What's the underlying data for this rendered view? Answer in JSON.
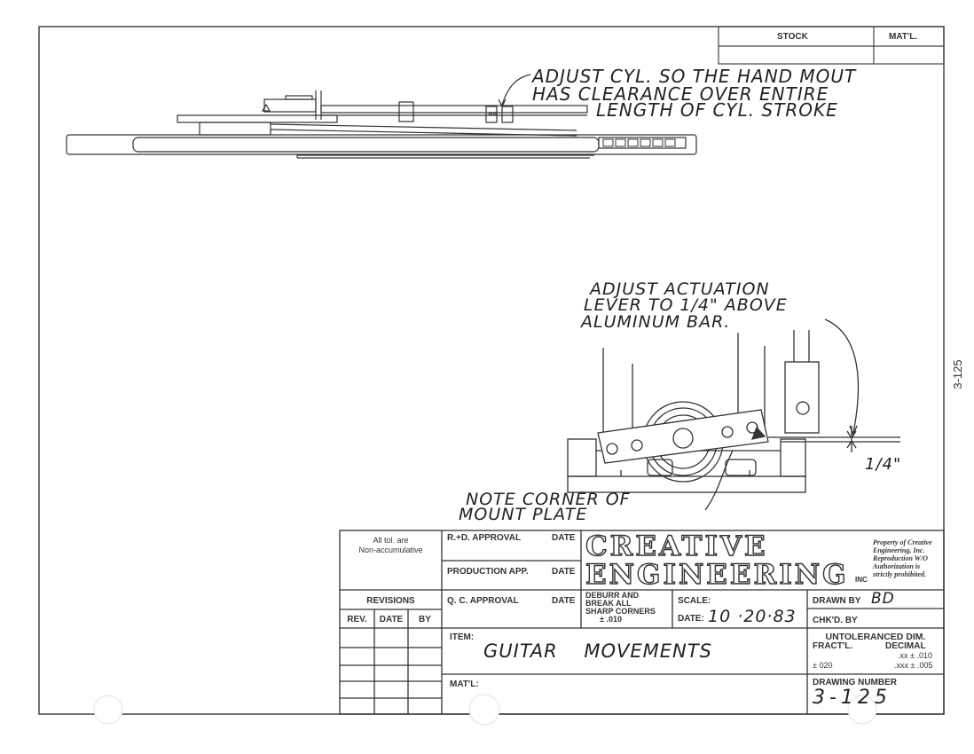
{
  "header_table": {
    "stock_label": "STOCK",
    "material_label": "MAT'L."
  },
  "notes": {
    "cylinder_line1": "ADJUST CYL. SO THE HAND MOUT",
    "cylinder_line2": "HAS CLEARANCE OVER ENTIRE",
    "cylinder_line3": "LENGTH OF CYL. STROKE",
    "lever_line1": "ADJUST ACTUATION",
    "lever_line2": "LEVER TO 1/4\" ABOVE",
    "lever_line3": "ALUMINUM BAR.",
    "corner_line1": "NOTE CORNER OF",
    "corner_line2": "MOUNT PLATE",
    "dimension": "1/4\""
  },
  "side_number": "3-125",
  "title_block": {
    "tolerance_note_line1": "All tol. are",
    "tolerance_note_line2": "Non-accumulative",
    "revisions_label": "REVISIONS",
    "rev_label": "REV.",
    "date_label": "DATE",
    "by_label": "BY",
    "rd_approval_label": "R.+D. APPROVAL",
    "rd_date_label": "DATE",
    "production_app_label": "PRODUCTION APP.",
    "production_date_label": "DATE",
    "qc_approval_label": "Q. C. APPROVAL",
    "qc_date_label": "DATE",
    "brand_line1": "CREATIVE",
    "brand_line2": "ENGINEERING",
    "brand_suffix": "INC",
    "property_line1": "Property of Creative",
    "property_line2": "Engineering, Inc.",
    "property_line3": "Reproduction W/O",
    "property_line4": "Authorization is",
    "property_line5": "strictly prohibited.",
    "deburr_line1": "DEBURR AND",
    "deburr_line2": "BREAK ALL",
    "deburr_line3": "SHARP CORNERS",
    "deburr_line4": "±   .010",
    "scale_label": "SCALE:",
    "date_field_label": "DATE:",
    "date_value": "10 ·20·83",
    "drawn_by_label": "DRAWN BY",
    "drawn_by_value": "BD",
    "checked_by_label": "CHK'D. BY",
    "item_label": "ITEM:",
    "item_value": "GUITAR MOVEMENTS",
    "material_label": "MAT'L:",
    "untoleranced_label": "UNTOLERANCED DIM.",
    "fract_label": "FRACT'L.",
    "decimal_label": "DECIMAL",
    "tol_xx": ".xx ±    .010",
    "tol_fract": "± 020",
    "tol_xxx": ".xxx ±   .005",
    "drawing_number_label": "DRAWING NUMBER",
    "drawing_number_value": "3-125"
  }
}
